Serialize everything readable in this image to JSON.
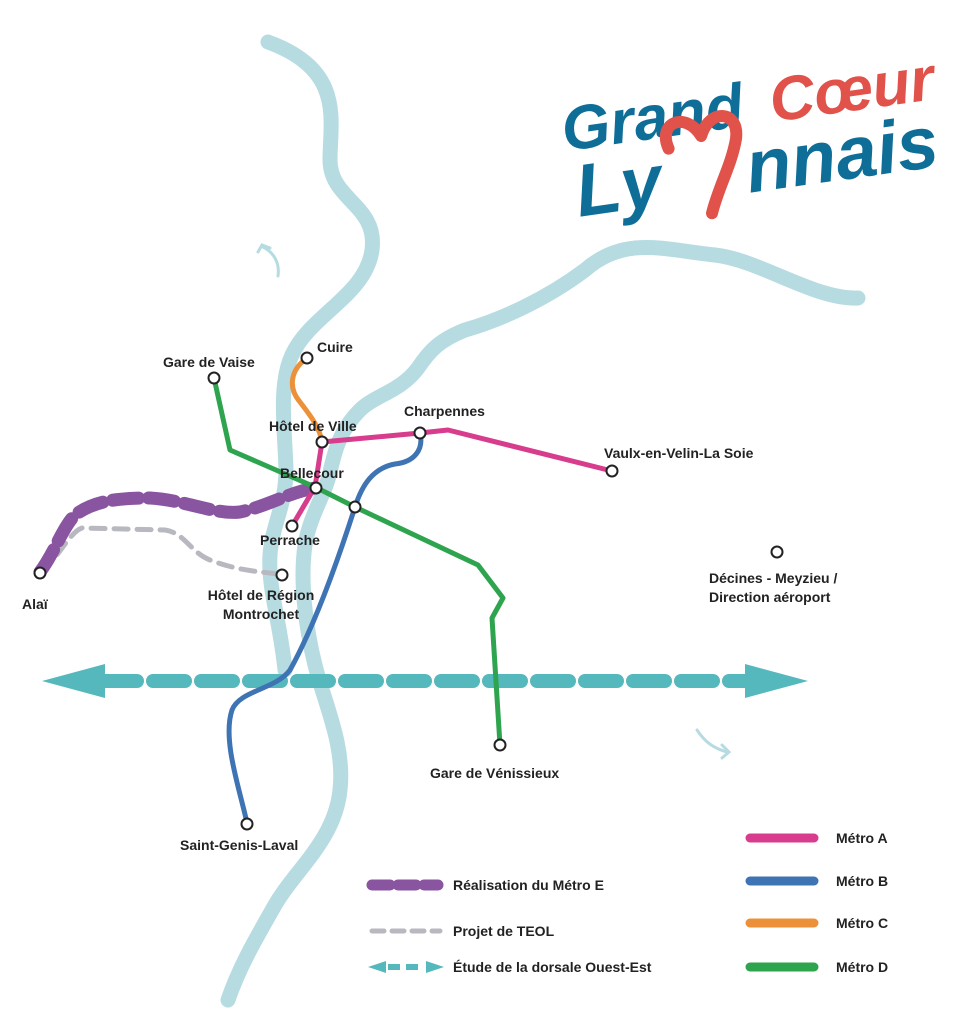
{
  "logo": {
    "line1_part1": "Grand",
    "line1_part2": "Cœur",
    "line2_part1": "Ly",
    "line2_part2": "nnais",
    "color_primary": "#0f6e98",
    "color_accent": "#e0524a"
  },
  "colors": {
    "river": "#b6dce2",
    "metro_a": "#d83c8c",
    "metro_b": "#3f74b4",
    "metro_c": "#ec913a",
    "metro_d": "#2fa44f",
    "metro_e": "#8a55a0",
    "teol": "#b8b8c0",
    "dorsale": "#55b8bc"
  },
  "stations": {
    "gare_de_vaise": "Gare de Vaise",
    "cuire": "Cuire",
    "hotel_de_ville": "Hôtel de Ville",
    "charpennes": "Charpennes",
    "vaulx_la_soie": "Vaulx-en-Velin-La Soie",
    "bellecour": "Bellecour",
    "perrache": "Perrache",
    "alai": "Alaï",
    "hotel_region_1": "Hôtel de Région",
    "hotel_region_2": "Montrochet",
    "decines_1": "Décines - Meyzieu /",
    "decines_2": "Direction aéroport",
    "gare_venissieux": "Gare de Vénissieux",
    "saint_genis": "Saint-Genis-Laval"
  },
  "legend": {
    "metro_a": "Métro A",
    "metro_b": "Métro B",
    "metro_c": "Métro C",
    "metro_d": "Métro D",
    "metro_e": "Réalisation du Métro E",
    "teol": "Projet de TEOL",
    "dorsale": "Étude de la dorsale Ouest-Est"
  }
}
